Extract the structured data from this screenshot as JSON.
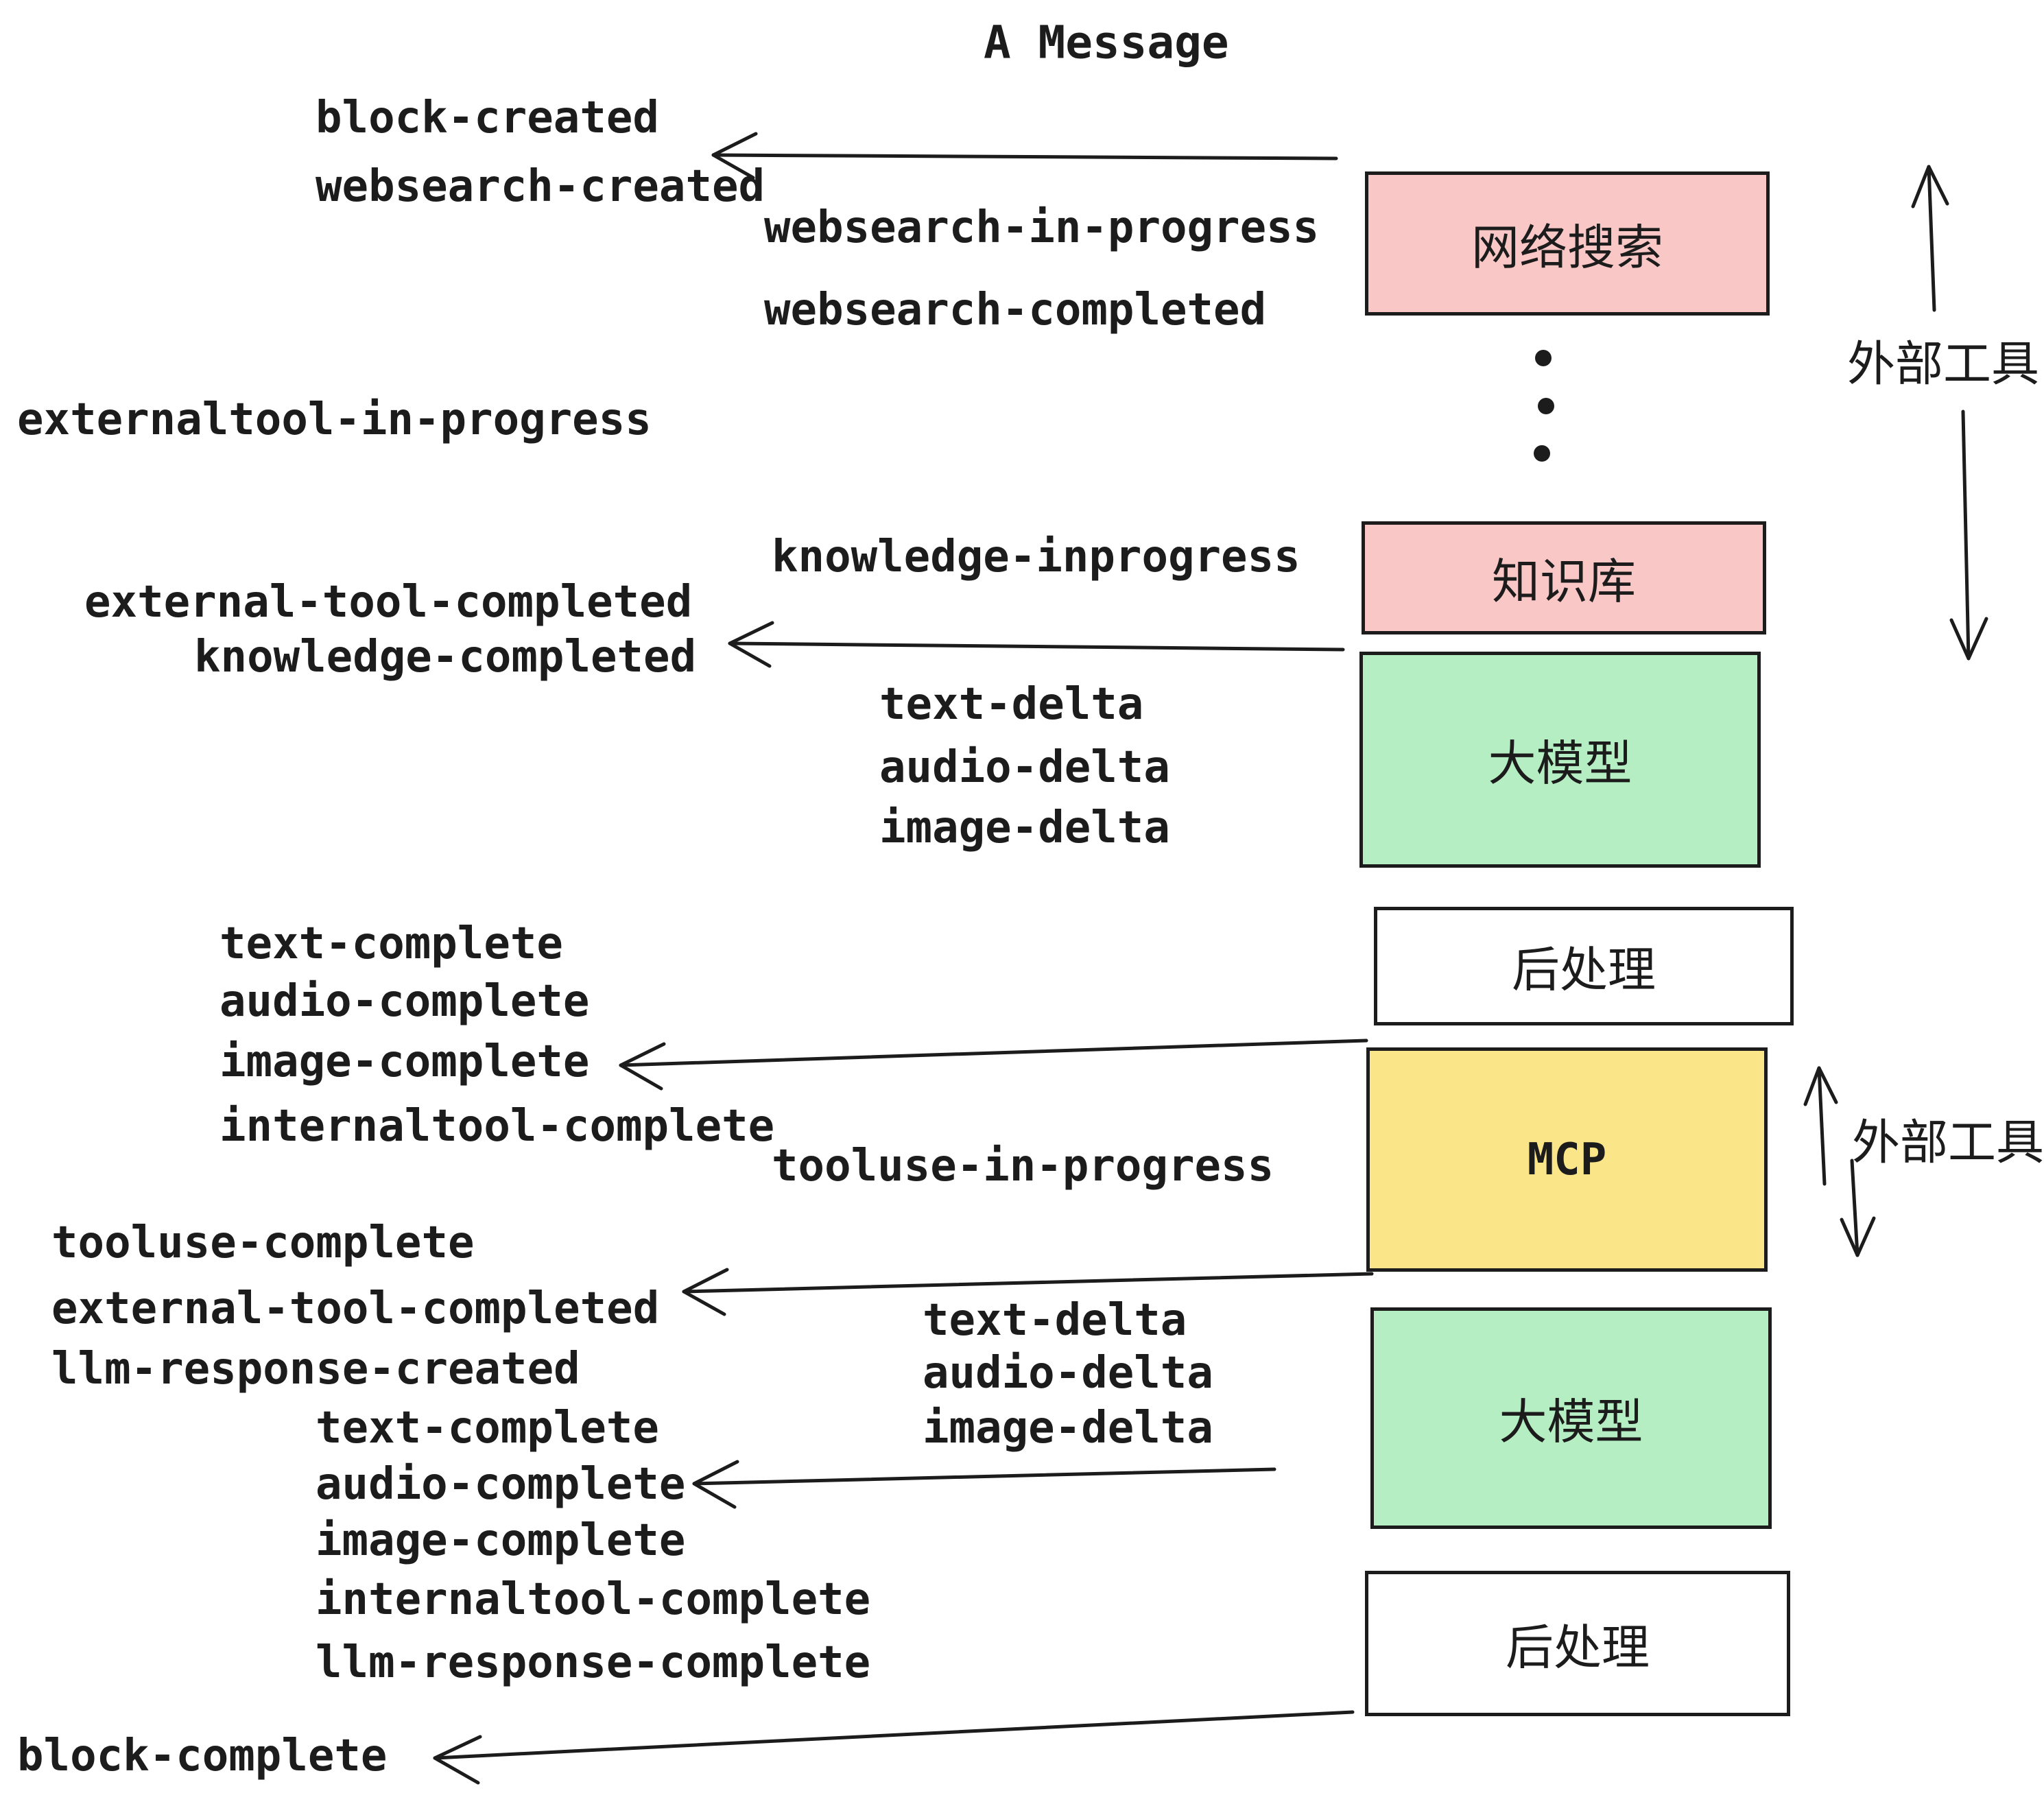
{
  "title": "A Message",
  "colors": {
    "ink": "#1c1c1c",
    "pink": "#f9c8c6",
    "green": "#b5eec2",
    "yellow": "#fae588",
    "white": "#ffffff"
  },
  "boxes": [
    {
      "id": "websearch",
      "label": "网络搜索",
      "color": "pink"
    },
    {
      "id": "knowledge",
      "label": "知识库",
      "color": "pink"
    },
    {
      "id": "llm-1",
      "label": "大模型",
      "color": "green"
    },
    {
      "id": "postprocess-1",
      "label": "后处理",
      "color": "white"
    },
    {
      "id": "mcp",
      "label": "MCP",
      "color": "yellow"
    },
    {
      "id": "llm-2",
      "label": "大模型",
      "color": "green"
    },
    {
      "id": "postprocess-2",
      "label": "后处理",
      "color": "white"
    }
  ],
  "side_annotations": [
    {
      "label": "外部工具"
    },
    {
      "label": "外部工具"
    }
  ],
  "events": {
    "block_created": "block-created",
    "websearch_created": "websearch-created",
    "websearch_in_progress": "websearch-in-progress",
    "websearch_completed": "websearch-completed",
    "externaltool_in_progress": "externaltool-in-progress",
    "knowledge_inprogress": "knowledge-inprogress",
    "external_tool_completed": "external-tool-completed",
    "knowledge_completed": "knowledge-completed",
    "text_delta": "text-delta",
    "audio_delta": "audio-delta",
    "image_delta": "image-delta",
    "text_complete": "text-complete",
    "audio_complete": "audio-complete",
    "image_complete": "image-complete",
    "internaltool_complete": "internaltool-complete",
    "tooluse_in_progress": "tooluse-in-progress",
    "tooluse_complete": "tooluse-complete",
    "llm_response_created": "llm-response-created",
    "llm_response_complete": "llm-response-complete",
    "block_complete": "block-complete"
  },
  "icons": {
    "vertical_ellipsis": "vertical-ellipsis"
  }
}
